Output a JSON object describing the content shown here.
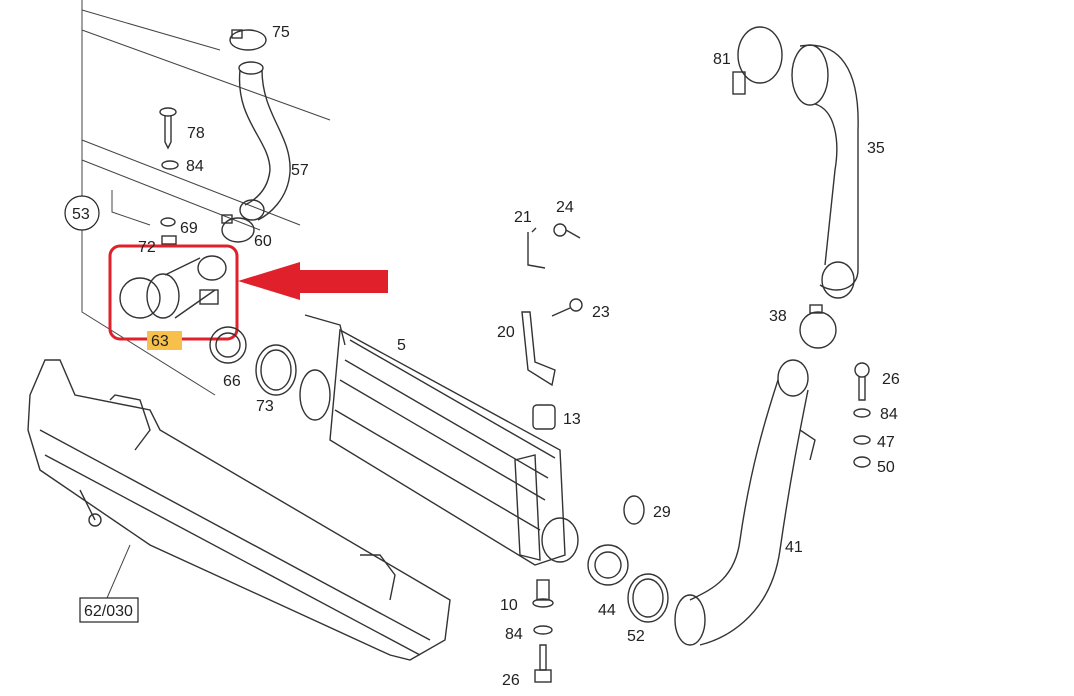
{
  "diagram": {
    "callouts": {
      "p75": "75",
      "p78": "78",
      "p84a": "84",
      "p57": "57",
      "p53": "53",
      "p69": "69",
      "p72": "72",
      "p60": "60",
      "p63": "63",
      "p66": "66",
      "p73": "73",
      "p5": "5",
      "p21": "21",
      "p24": "24",
      "p23": "23",
      "p20": "20",
      "p13": "13",
      "p29": "29",
      "p10": "10",
      "p84b": "84",
      "p26a": "26",
      "p44": "44",
      "p52": "52",
      "p81": "81",
      "p35": "35",
      "p38": "38",
      "p26b": "26",
      "p84c": "84",
      "p47": "47",
      "p50": "50",
      "p41": "41"
    },
    "reference_box": "62/030",
    "highlight": {
      "part": "63",
      "frame_color": "#e0202a",
      "arrow_color": "#e0202a",
      "label_bg": "#f6c04a"
    }
  }
}
